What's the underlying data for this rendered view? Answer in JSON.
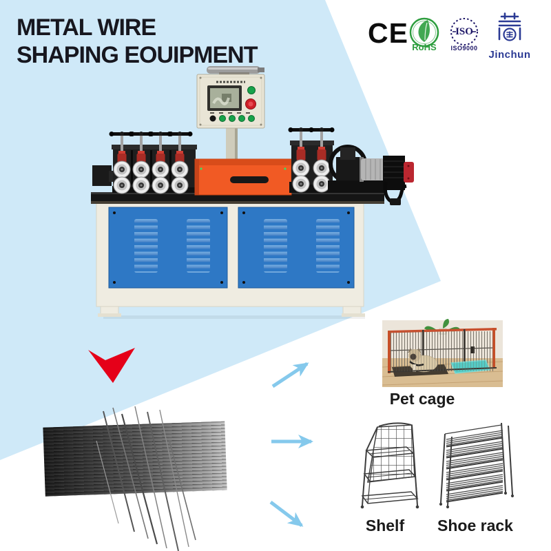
{
  "title": {
    "line1": "METAL WIRE",
    "line2": "SHAPING EOUIPMENT"
  },
  "certifications": [
    {
      "id": "ce",
      "label": "CE"
    },
    {
      "id": "rohs",
      "label": "RoHS"
    },
    {
      "id": "iso",
      "label": "ISO",
      "sublabel": "ISO9000"
    },
    {
      "id": "jinchun",
      "label": "Jinchun"
    }
  ],
  "products": [
    {
      "id": "pet-cage",
      "label": "Pet cage"
    },
    {
      "id": "shelf",
      "label": "Shelf"
    },
    {
      "id": "shoe-rack",
      "label": "Shoe rack"
    }
  ],
  "colors": {
    "background_wedge": "#cfe9f8",
    "title_text": "#17171f",
    "red_arrow": "#e50019",
    "blue_arrow": "#85c9ec",
    "door_blue": "#2e78c5",
    "machine_orange": "#f15a24",
    "rohs_green": "#2e9e3f",
    "iso_navy": "#1c1566",
    "jinchun_blue": "#2b3a94"
  }
}
